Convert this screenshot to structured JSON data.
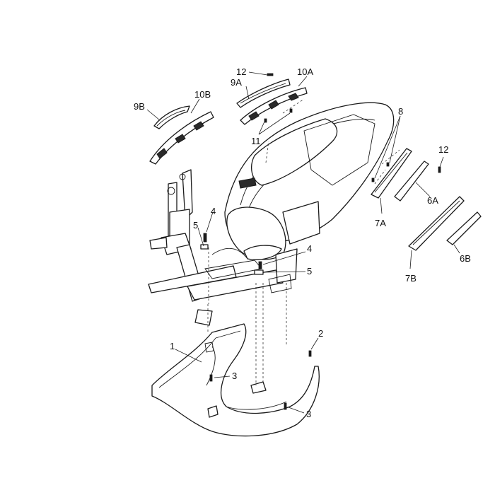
{
  "callouts": {
    "c1": "1",
    "c2": "2",
    "c3a": "3",
    "c3b": "3",
    "c4a": "4",
    "c4b": "4",
    "c5a": "5",
    "c5b": "5",
    "c6a": "6A",
    "c6b": "6B",
    "c7a": "7A",
    "c7b": "7B",
    "c8": "8",
    "c9a": "9A",
    "c9b": "9B",
    "c10a": "10A",
    "c10b": "10B",
    "c11": "11",
    "c12a": "12",
    "c12b": "12"
  }
}
